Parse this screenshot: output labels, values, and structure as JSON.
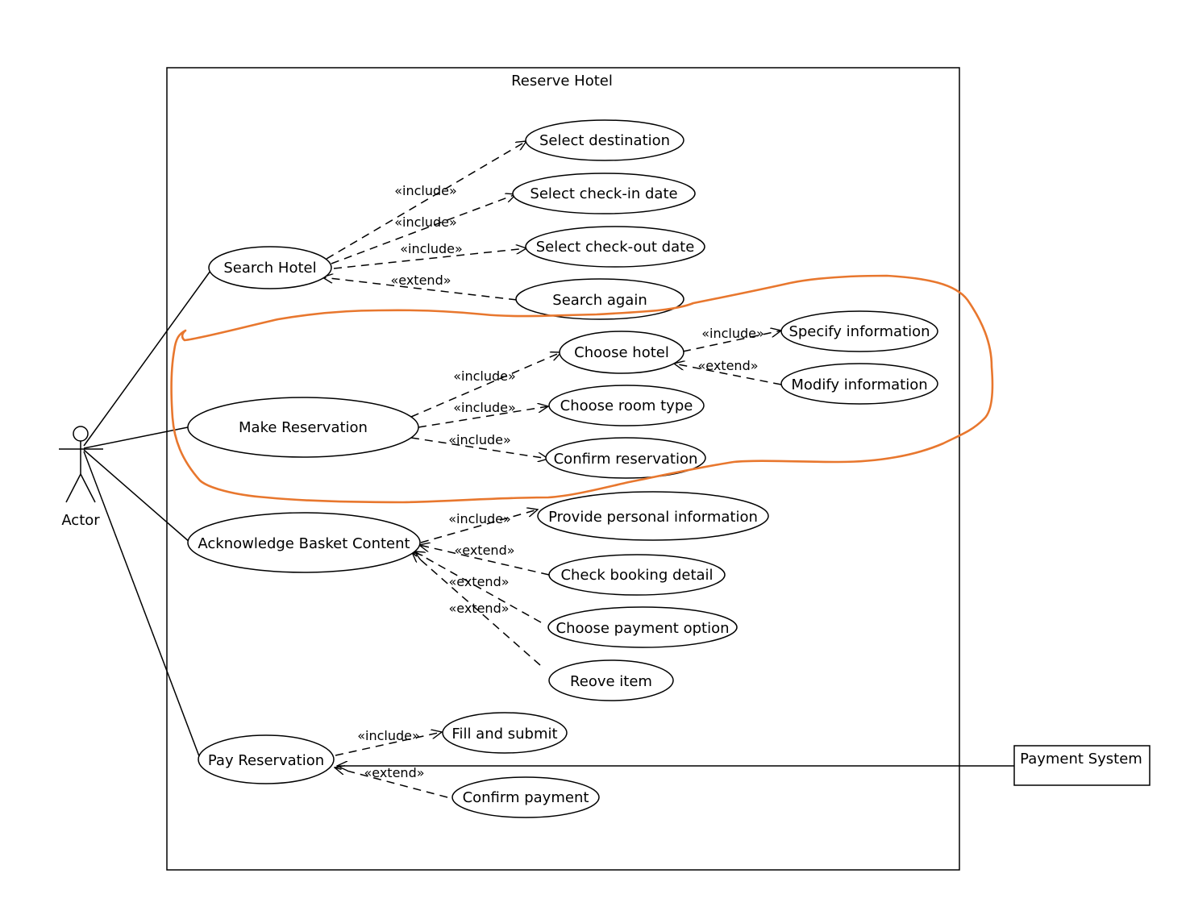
{
  "system": {
    "title": "Reserve Hotel"
  },
  "actor": {
    "label": "Actor"
  },
  "external_system": {
    "label": "Payment System"
  },
  "use_cases": {
    "search_hotel": "Search Hotel",
    "select_destination": "Select destination",
    "select_checkin": "Select check-in date",
    "select_checkout": "Select check-out date",
    "search_again": "Search again",
    "make_reservation": "Make Reservation",
    "choose_hotel": "Choose hotel",
    "specify_information": "Specify information",
    "modify_information": "Modify information",
    "choose_room_type": "Choose room type",
    "confirm_reservation": "Confirm reservation",
    "acknowledge_basket": "Acknowledge Basket Content",
    "provide_personal_info": "Provide personal information",
    "check_booking_detail": "Check booking detail",
    "choose_payment_option": "Choose payment option",
    "reove_item": "Reove item",
    "pay_reservation": "Pay Reservation",
    "fill_and_submit": "Fill and submit",
    "confirm_payment": "Confirm payment"
  },
  "stereotypes": {
    "include": "«include»",
    "extend": "«extend»"
  },
  "colors": {
    "line": "#000000",
    "highlight": "#e8772e"
  }
}
